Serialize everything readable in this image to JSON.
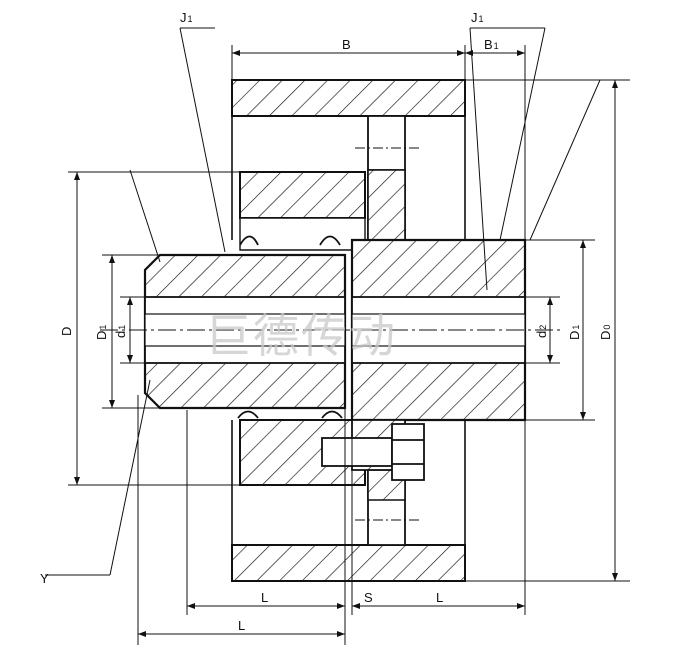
{
  "labels": {
    "j1_left": "J",
    "j1_left_sub": "1",
    "j1_right": "J",
    "j1_right_sub": "1",
    "b": "B",
    "b1": "B",
    "b1_sub": "1",
    "d_outer": "D",
    "d1_left": "D",
    "d1_left_sub": "1",
    "bore_d1": "d",
    "bore_d1_sub": "1",
    "bore_d2": "d",
    "bore_d2_sub": "2",
    "d1_right": "D",
    "d1_right_sub": "1",
    "d0": "D",
    "d0_sub": "0",
    "y": "Y",
    "l_upper_left": "L",
    "s": "S",
    "l_upper_right": "L",
    "l_lower": "L"
  },
  "watermark": "巨德传动",
  "colors": {
    "line": "#111111",
    "watermark": "#c9c9c9"
  }
}
